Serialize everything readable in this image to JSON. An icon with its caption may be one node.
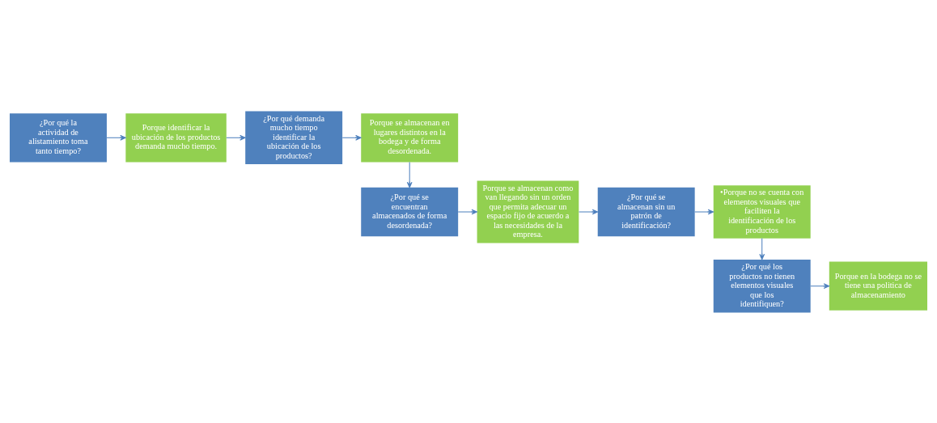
{
  "diagram": {
    "nodes": [
      {
        "text": [
          "¿Por qué la actividad de alistamiento toma tanto tiempo?"
        ]
      },
      {
        "text": [
          "Porque identificar la ubicación de los productos demanda mucho tiempo."
        ]
      },
      {
        "text": [
          "¿Por qué demanda mucho tiempo identificar la ubicación de los productos?"
        ]
      },
      {
        "text": [
          "Porque se almacenan en lugares distintos en la bodega y de forma desordenada."
        ]
      },
      {
        "text": [
          "¿Por qué se encuentran almacenados de forma desordenada?"
        ]
      },
      {
        "text": [
          "Porque se almacenan como van llegando sin un orden que permita adecuar un espacio fijo de acuerdo a las necesidades de la empresa."
        ]
      },
      {
        "text": [
          "¿Por qué se almacenan sin un patrón de identificación?"
        ]
      },
      {
        "text": [
          "•Porque no se cuenta con elementos visuales que faciliten la identificación de los productos"
        ]
      },
      {
        "text": [
          "¿Por qué los productos no tienen elementos visuales que los identifiquen?"
        ]
      },
      {
        "text": [
          "Porque en la bodega no se tiene una politica de almacenamiento"
        ]
      }
    ],
    "edges": [
      {
        "from": 0,
        "to": 1,
        "arrow": "to"
      },
      {
        "from": 1,
        "to": 2,
        "arrow": "to"
      },
      {
        "from": 2,
        "to": 3,
        "arrow": "to"
      },
      {
        "from": 3,
        "to": 4,
        "arrow": "to"
      },
      {
        "from": 4,
        "to": 5,
        "arrow": "to"
      },
      {
        "from": 5,
        "to": 6,
        "arrow": "to"
      },
      {
        "from": 6,
        "to": 7,
        "arrow": "to"
      },
      {
        "from": 7,
        "to": 8,
        "arrow": "to"
      },
      {
        "from": 8,
        "to": 9,
        "arrow": "to"
      }
    ]
  }
}
